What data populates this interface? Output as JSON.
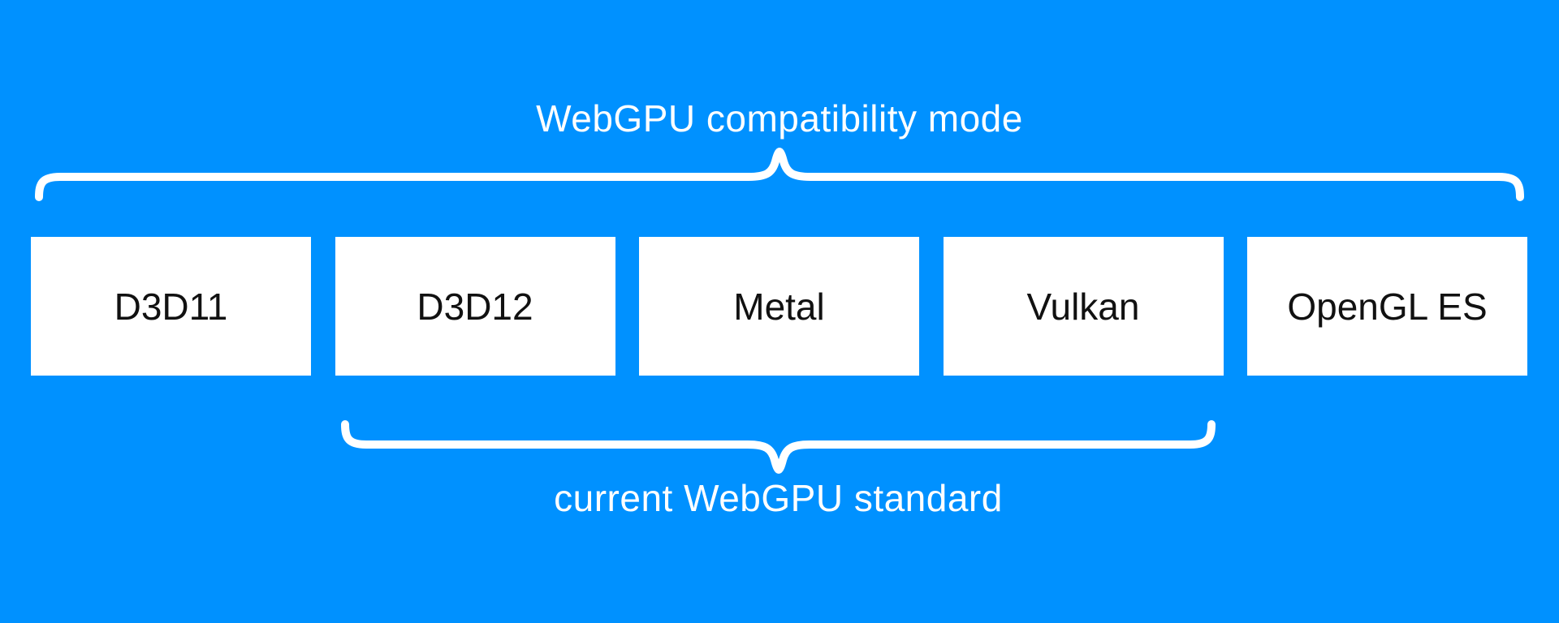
{
  "diagram": {
    "top_label": "WebGPU compatibility mode",
    "bottom_label": "current WebGPU standard",
    "boxes": [
      {
        "label": "D3D11"
      },
      {
        "label": "D3D12"
      },
      {
        "label": "Metal"
      },
      {
        "label": "Vulkan"
      },
      {
        "label": "OpenGL ES"
      }
    ],
    "colors": {
      "background": "#0091ff",
      "box_fill": "#ffffff",
      "box_text": "#111111",
      "brace": "#ffffff",
      "label_text": "#ffffff"
    }
  }
}
